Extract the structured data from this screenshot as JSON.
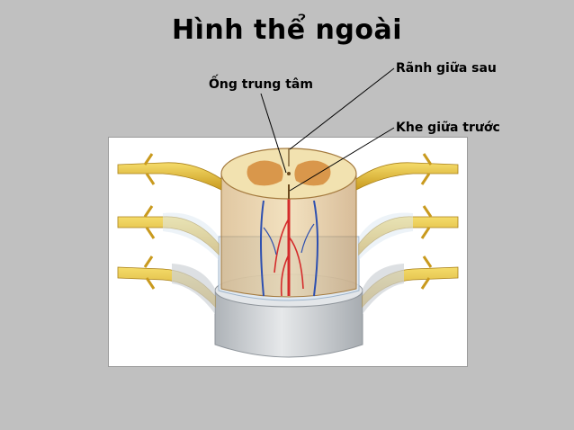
{
  "slide": {
    "title": "Hình thể ngoài",
    "labels": {
      "central_canal": "Ống trung tâm",
      "posterior_median_sulcus": "Rãnh giữa sau",
      "anterior_median_fissure": "Khe giữa trước"
    }
  },
  "colors": {
    "background": "#c0c0c0",
    "nerve_root": "#e8c23a",
    "gray_matter": "#d58a3a",
    "white_matter": "#f2e2b0",
    "artery": "#d42b2b",
    "vein": "#2d4fb0",
    "meninges": "#c9d7e6",
    "dura": "#cfd3d7"
  }
}
